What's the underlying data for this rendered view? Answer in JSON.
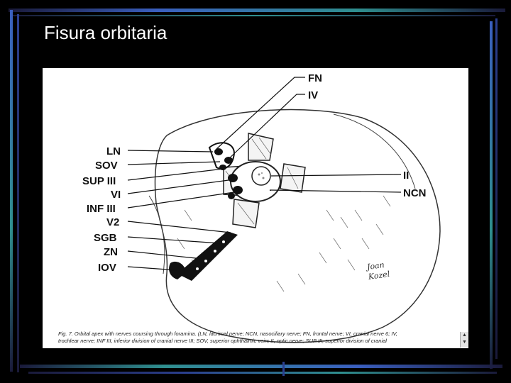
{
  "slide": {
    "title": "Fisura orbitaria"
  },
  "figure": {
    "labels_left": [
      "LN",
      "SOV",
      "SUP III",
      "VI",
      "INF III",
      "V2",
      "SGB",
      "ZN",
      "IOV"
    ],
    "labels_top": [
      "FN",
      "IV"
    ],
    "labels_right": [
      "II",
      "NCN"
    ],
    "caption_line1": "Fig. 7. Orbital apex with nerves coursing through foramina. (LN, lacrimal nerve; NCN, nasociliary nerve; FN, frontal nerve; VI, cranial nerve 6; IV,",
    "caption_line2": "trochlear nerve; INF III, inferior division of cranial nerve III; SOV, superior ophthalmic vein; II, optic nerve; SUP III, superior division of cranial",
    "signature_line1": "Joan",
    "signature_line2": "Kozel"
  },
  "colors": {
    "background": "#000000",
    "accent_blue": "#2b3f8f",
    "accent_teal": "#2f8f8f",
    "title_text": "#ffffff"
  },
  "icons": {
    "scroll_up": "▲",
    "scroll_down": "▼"
  }
}
